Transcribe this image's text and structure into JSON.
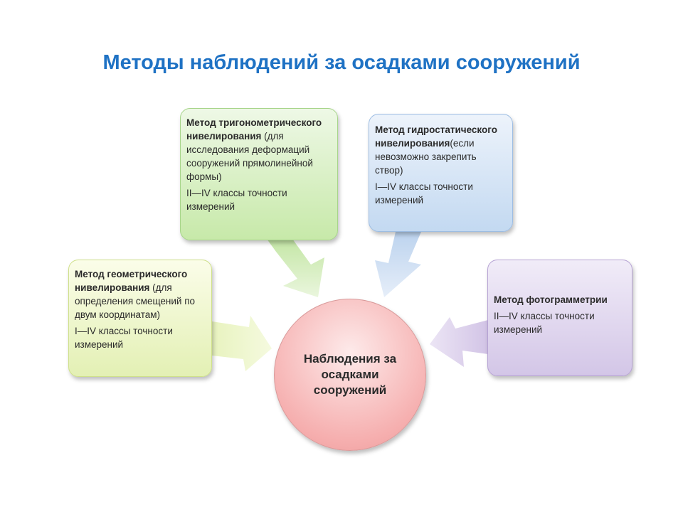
{
  "title": "Методы наблюдений за осадками сооружений",
  "center": "Наблюдения за осадками сооружений",
  "boxes": {
    "trigonometric": {
      "method": "Метод тригонометрического нивелирования",
      "note": " (для исследования деформаций сооружений прямолинейной формы)",
      "accuracy": "II—IV классы точности измерений"
    },
    "hydrostatic": {
      "method": "Метод гидростатического нивелирования",
      "note": "(если невозможно закрепить створ)",
      "accuracy": "I—IV классы точности измерений"
    },
    "geometric": {
      "method": "Метод геометрического нивелирования",
      "note": " (для определения смещений по двум координатам)",
      "accuracy": "I—IV классы точности измерений"
    },
    "photogrammetry": {
      "method": "Метод фотограмметрии",
      "note": "",
      "accuracy": "II—IV классы точности измерений"
    }
  },
  "colors": {
    "title": "#1f72c4",
    "green": "#c7e9a9",
    "blue": "#c3d9f1",
    "yellow_green": "#e3f0b4",
    "purple": "#d3c6e7",
    "pink": "#f6b0b0"
  }
}
